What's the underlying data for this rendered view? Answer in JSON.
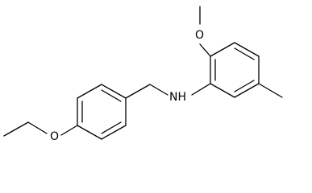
{
  "molecule": {
    "atoms": {
      "ether_oxygen_left": "O",
      "amine": "NH",
      "ether_oxygen_top": "O"
    },
    "colors": {
      "bond": "#000000",
      "label": "#000000",
      "background": "#ffffff"
    }
  }
}
